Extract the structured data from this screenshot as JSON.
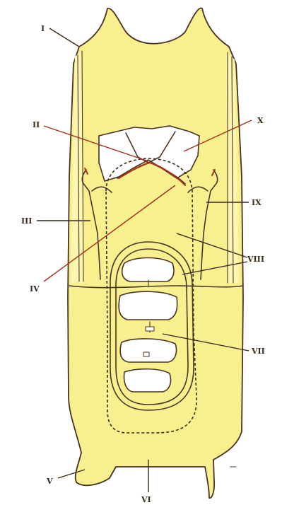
{
  "figure": {
    "colors": {
      "body_fill": "#f8f08e",
      "outline": "#4a3322",
      "accent_red": "#b0301c"
    },
    "labels": {
      "I": "I",
      "II": "II",
      "III": "III",
      "IV": "IV",
      "V": "V",
      "VI": "VI",
      "VII": "VII",
      "VIII": "VIII",
      "IX": "IX",
      "X": "X"
    }
  }
}
